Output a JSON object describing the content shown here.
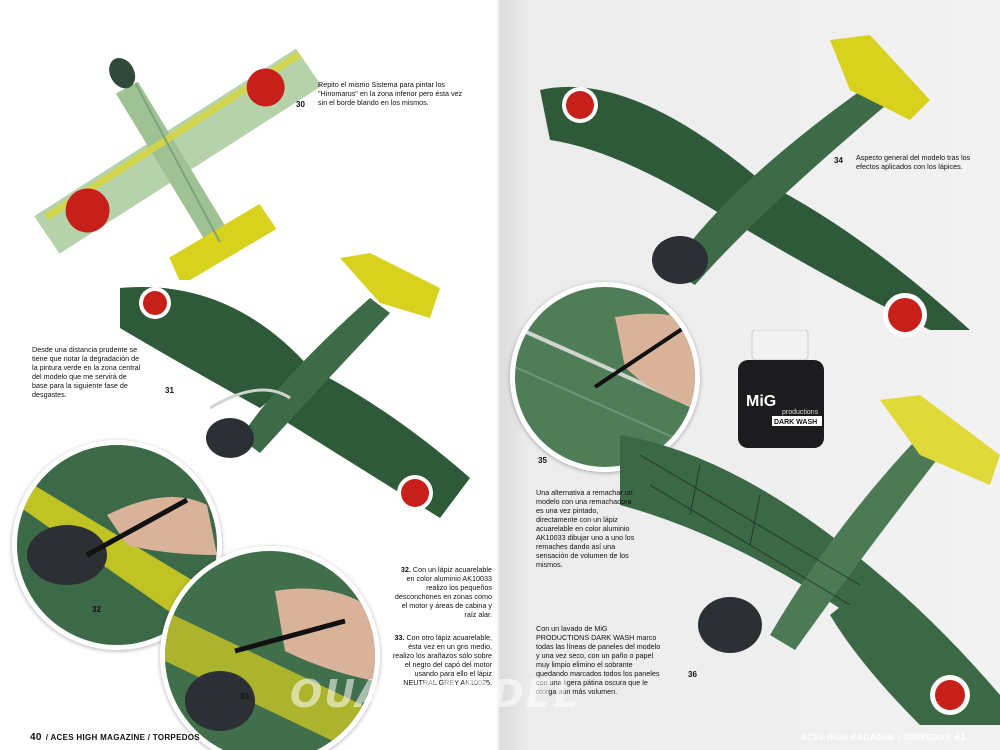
{
  "footer": {
    "left_page_number": "40",
    "left_running_head": "/ ACES HIGH MAGAZINE / TORPEDOS",
    "right_running_head": "ACES HIGH MAGAZINE / TORPEDOS",
    "right_page_number": "41"
  },
  "steps": {
    "s30": {
      "number": "30",
      "text": "Repito el mismo Sistema para pintar los \"Hinomarus\" en la zona inferior pero ésta vez sin el borde blando en los mismos."
    },
    "s31": {
      "number": "31",
      "text": "Desde una distancia prudente se tiene que notar la degradación de la pintura verde en la zona central del modelo que me servirá de base para la siguiente fase de desgastes."
    },
    "s32": {
      "number": "32",
      "bold": "32.",
      "text": "Con un lápiz acuarelable en color aluminio AK10033 realizo los pequeños desconchones en zonas como el motor y áreas de cabina y raíz alar."
    },
    "s33": {
      "number": "33",
      "bold": "33.",
      "text": "Con otro lápiz acuarelable, ésta vez en un gris medio, realizo los arañazos sólo sobre el negro del capó del motor usando para ello el lápiz NEUTRAL GREY AK10025."
    },
    "s34": {
      "number": "34",
      "text": "Aspecto general del modelo tras los efectos aplicados con los lápices."
    },
    "s35": {
      "number": "35",
      "text": "Una alternativa a remachar un modelo con una remachadora es una vez pintado, directamente con un lápiz acuarelable en color aluminio AK10033 dibujar uno a uno los remaches dando así una sensación de volumen de los mismos."
    },
    "s36": {
      "number": "36",
      "text": "Con un lavado de MiG PRODUCTIONS DARK WASH marco todas las líneas de paneles del modelo y una vez seco, con un paño o papel muy limpio elimino el sobrante quedando marcados todos los paneles con una ligera pátina oscura que le otorga aún más volumen."
    }
  },
  "product": {
    "brand": "MiG",
    "line": "productions",
    "name": "DARK WASH"
  },
  "watermark": "OUAI MODEL",
  "colors": {
    "dark_green": "#2f5a3a",
    "light_green": "#a9c9a0",
    "yellow": "#d8d21f",
    "hinomaru": "#c7201a",
    "cowl": "#2c2f33"
  }
}
